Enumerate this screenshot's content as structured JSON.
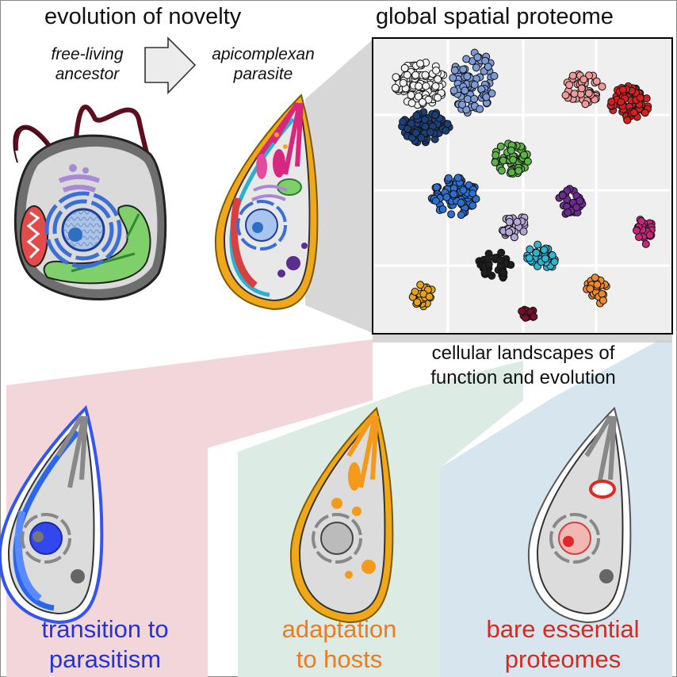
{
  "headings": {
    "left_title": "evolution of novelty",
    "right_title": "global spatial proteome",
    "ancestor_label": [
      "free-living",
      "ancestor"
    ],
    "parasite_label": [
      "apicomplexan",
      "parasite"
    ],
    "landscapes_label": [
      "cellular landscapes of",
      "function and evolution"
    ]
  },
  "panels": [
    {
      "id": "transition",
      "lines": [
        "transition to",
        "parasitism"
      ],
      "color": "#2233dd",
      "bg": "#f3d6da"
    },
    {
      "id": "adaptation",
      "lines": [
        "adaptation",
        "to hosts"
      ],
      "color": "#ee7a22",
      "bg": "#dcebe3"
    },
    {
      "id": "essential",
      "lines": [
        "bare essential",
        "proteomes"
      ],
      "color": "#d42a22",
      "bg": "#d7e5ef"
    }
  ],
  "clusters": [
    {
      "name": "white",
      "color": "#f2f2f2"
    },
    {
      "name": "light-blue",
      "color": "#7d9bd8"
    },
    {
      "name": "navy",
      "color": "#1c3f78"
    },
    {
      "name": "pink",
      "color": "#ef9a98"
    },
    {
      "name": "red",
      "color": "#d42020"
    },
    {
      "name": "green",
      "color": "#5fb24a"
    },
    {
      "name": "blue",
      "color": "#2e6fd0"
    },
    {
      "name": "purple",
      "color": "#6a2d8f"
    },
    {
      "name": "magenta",
      "color": "#c8267e"
    },
    {
      "name": "lavender",
      "color": "#b7a6d8"
    },
    {
      "name": "black",
      "color": "#1e1e1e"
    },
    {
      "name": "cyan",
      "color": "#2fb4d2"
    },
    {
      "name": "orange",
      "color": "#ee8a2e"
    },
    {
      "name": "gold",
      "color": "#e6a218"
    },
    {
      "name": "maroon",
      "color": "#7a0d2a"
    }
  ]
}
